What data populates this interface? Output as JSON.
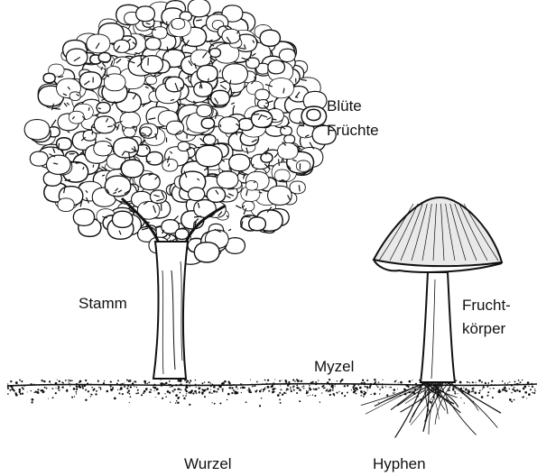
{
  "labels": {
    "bluete": "Blüte",
    "fruechte": "Früchte",
    "stamm": "Stamm",
    "fruchtkoerper_line1": "Frucht-",
    "fruchtkoerper_line2": "körper",
    "myzel": "Myzel",
    "wurzel": "Wurzel",
    "hyphen": "Hyphen"
  },
  "colors": {
    "ink": "#111111",
    "background": "#ffffff",
    "cap_shade": "#e9e9e9"
  }
}
